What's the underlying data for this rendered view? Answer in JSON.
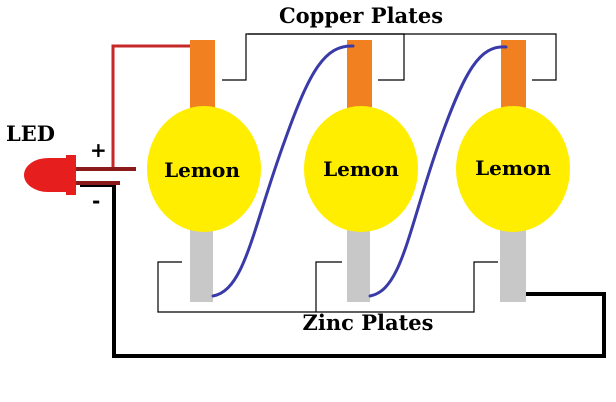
{
  "labels": {
    "led": "LED",
    "plus": "+",
    "minus": "-",
    "copper": "Copper Plates",
    "zinc": "Zinc Plates"
  },
  "lemons": [
    {
      "label": "Lemon"
    },
    {
      "label": "Lemon"
    },
    {
      "label": "Lemon"
    }
  ],
  "colors": {
    "lemon": "#ffee00",
    "copper": "#f08020",
    "zinc": "#c8c8c8",
    "wire_link": "#3a3aa8",
    "wire_positive": "#c62828",
    "wire_negative": "#000000",
    "led": "#e61e1e"
  }
}
